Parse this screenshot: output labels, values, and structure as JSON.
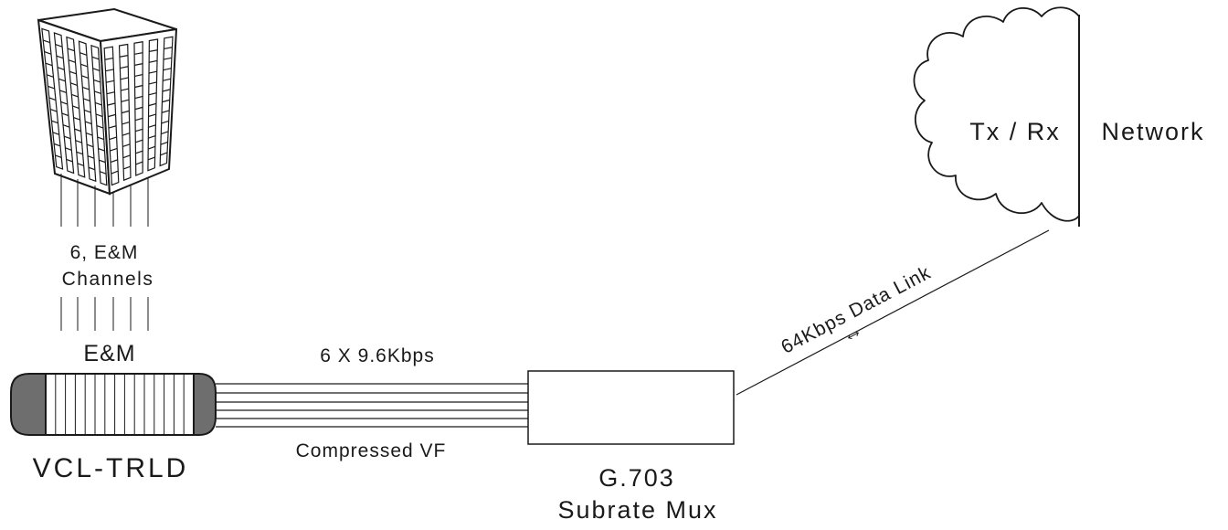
{
  "building": {
    "channels_label_line1": "6, E&M",
    "channels_label_line2": "Channels"
  },
  "device": {
    "interface_label": "E&M",
    "name": "VCL-TRLD"
  },
  "compressed_link": {
    "rate_label": "6 X 9.6Kbps",
    "type_label": "Compressed VF"
  },
  "mux": {
    "name_line1": "G.703",
    "name_line2": "Subrate Mux"
  },
  "data_link": {
    "label": "64Kbps Data Link"
  },
  "network": {
    "cloud_label": "Tx / Rx",
    "name": "Network"
  },
  "colors": {
    "line": "#1a1a1a",
    "device_end_cap": "#6e6e6e"
  }
}
